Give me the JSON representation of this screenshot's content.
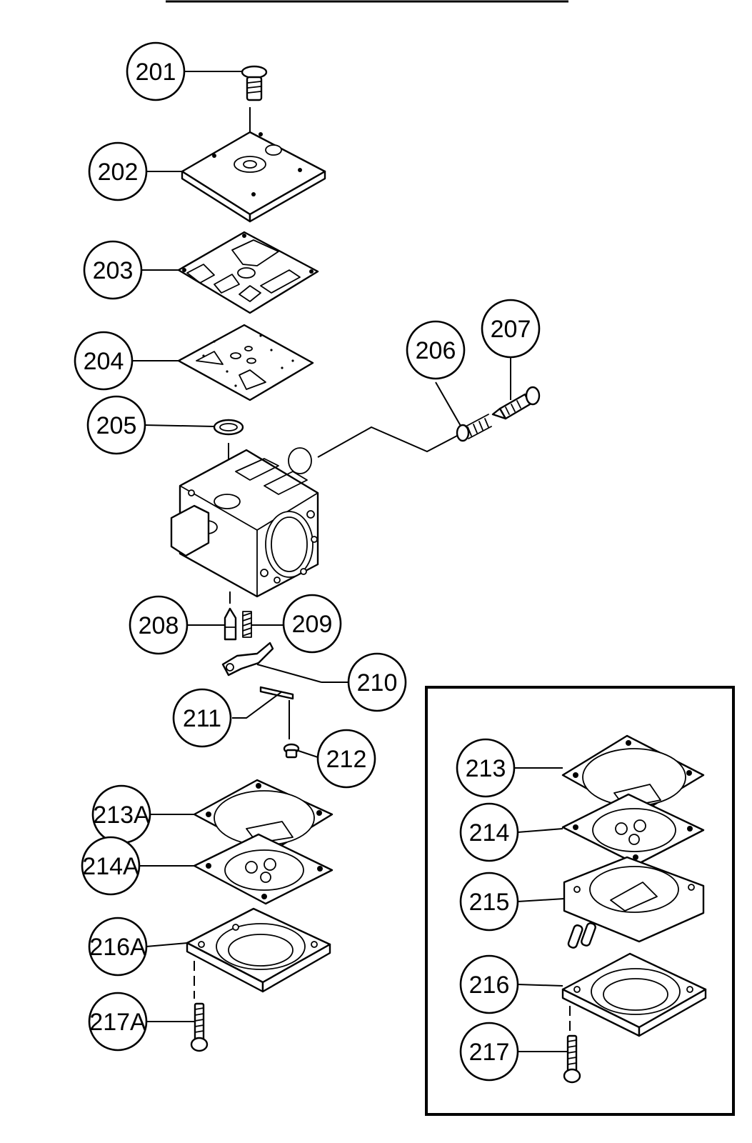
{
  "labels": {
    "p201": "201",
    "p202": "202",
    "p203": "203",
    "p204": "204",
    "p205": "205",
    "p206": "206",
    "p207": "207",
    "p208": "208",
    "p209": "209",
    "p210": "210",
    "p211": "211",
    "p212": "212",
    "p213A": "213A",
    "p214A": "214A",
    "p216A": "216A",
    "p217A": "217A",
    "p213": "213",
    "p214": "214",
    "p215": "215",
    "p216": "216",
    "p217": "217"
  }
}
